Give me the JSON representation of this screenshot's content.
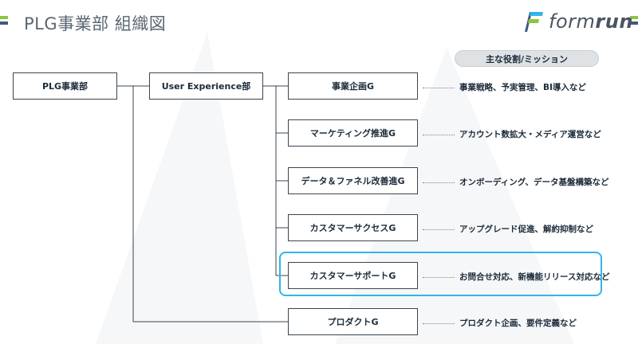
{
  "page": {
    "title": "PLG事業部 組織図"
  },
  "logo": {
    "text_light": "form",
    "text_bold": "run"
  },
  "org": {
    "root": "PLG事業部",
    "division": "User Experience部",
    "role_header": "主な役割/ミッション",
    "groups": [
      {
        "name": "事業企画G",
        "mission": "事業戦略、予実管理、BI導入など"
      },
      {
        "name": "マーケティング推進G",
        "mission": "アカウント数拡大・メディア運営など"
      },
      {
        "name": "データ＆ファネル改善進G",
        "mission": "オンボーディング、データ基盤構築など"
      },
      {
        "name": "カスタマーサクセスG",
        "mission": "アップグレード促進、解約抑制など"
      },
      {
        "name": "カスタマーサポートG",
        "mission": "お問合せ対応、新機能リリース対応など",
        "highlighted": true
      },
      {
        "name": "プロダクトG",
        "mission": "プロダクト企画、要件定義など"
      }
    ]
  },
  "colors": {
    "accent_blue": "#2fb5ea",
    "accent_green": "#8cc63f",
    "accent_navy": "#3d5a80",
    "line": "#3a4550"
  },
  "icons": {
    "logo": "formrun-logo-icon"
  }
}
